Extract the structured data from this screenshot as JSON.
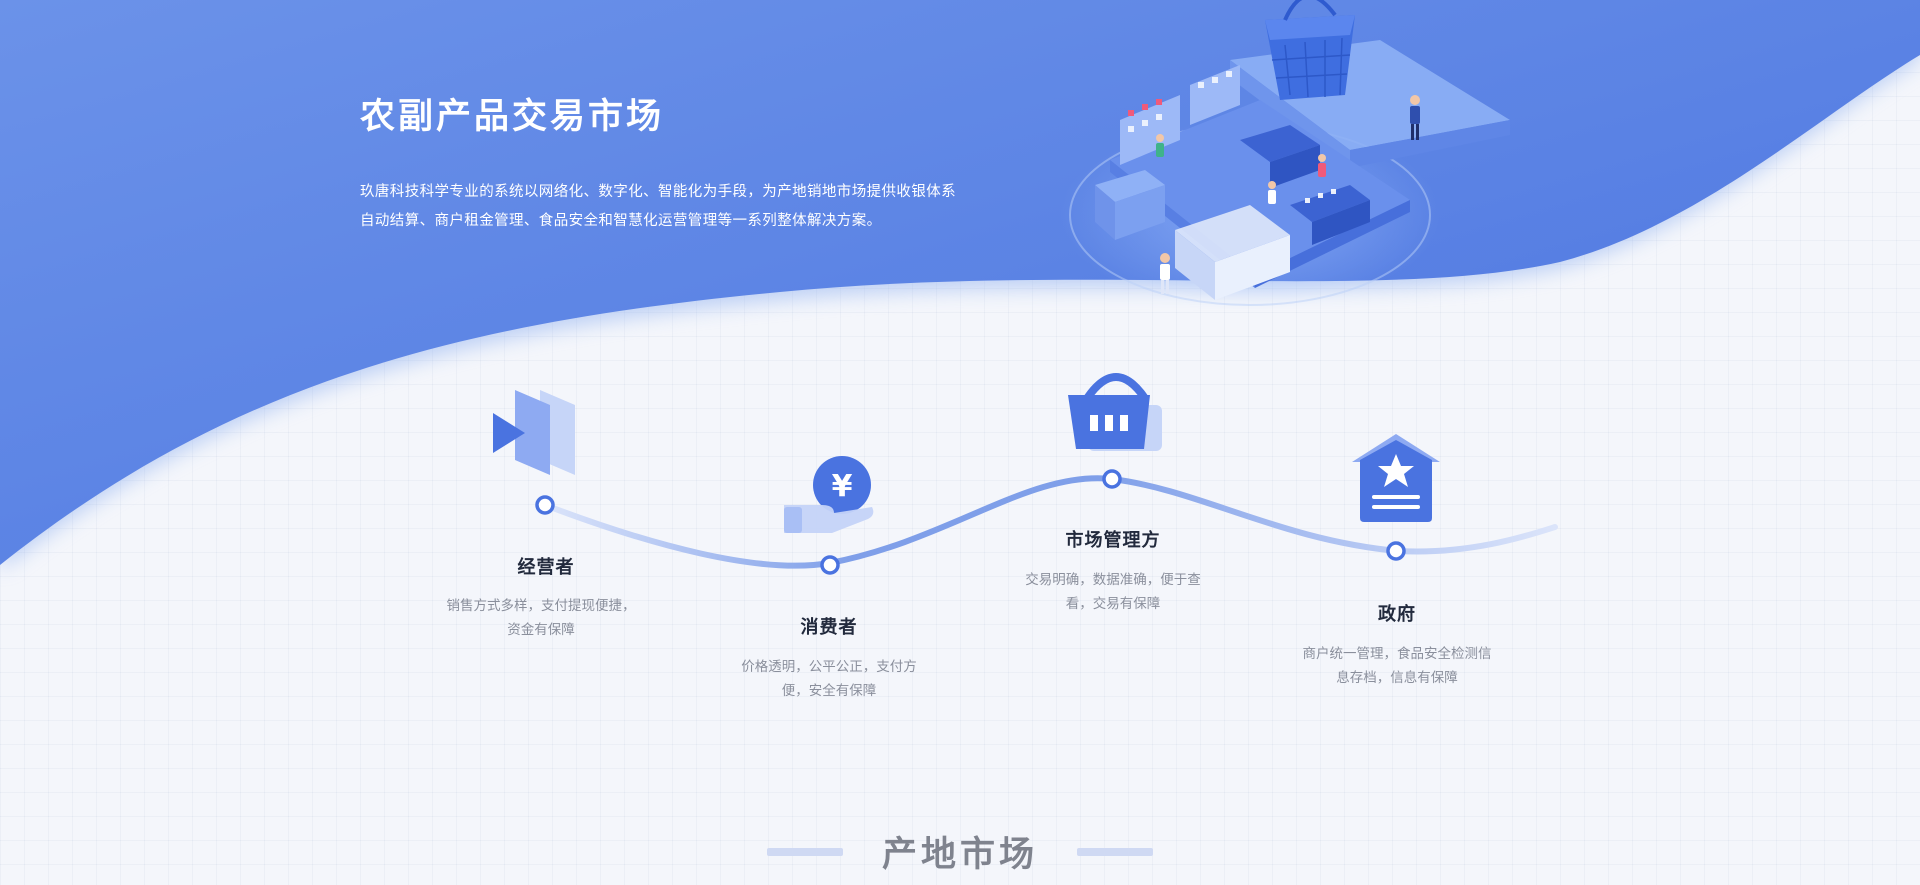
{
  "hero": {
    "title": "农副产品交易市场",
    "description": "玖唐科技科学专业的系统以网络化、数字化、智能化为手段，为产地销地市场提供收银体系自动结算、商户租金管理、食品安全和智慧化运营管理等一系列整体解决方案。"
  },
  "roles": [
    {
      "title": "经营者",
      "description": "销售方式多样，支付提现便捷，资金有保障",
      "icon": "play-layers-icon"
    },
    {
      "title": "消费者",
      "description": "价格透明，公平公正，支付方便，安全有保障",
      "icon": "yuan-hand-icon"
    },
    {
      "title": "市场管理方",
      "description": "交易明确，数据准确，便于查看，交易有保障",
      "icon": "shopping-basket-icon"
    },
    {
      "title": "政府",
      "description": "商户统一管理，食品安全检测信息存档，信息有保障",
      "icon": "government-star-icon"
    }
  ],
  "next_section": {
    "title": "产地市场"
  },
  "colors": {
    "primary": "#4a73e0",
    "primary_light": "#6f95ea",
    "text_dark": "#222a3d",
    "text_muted": "#8a8f9c"
  }
}
